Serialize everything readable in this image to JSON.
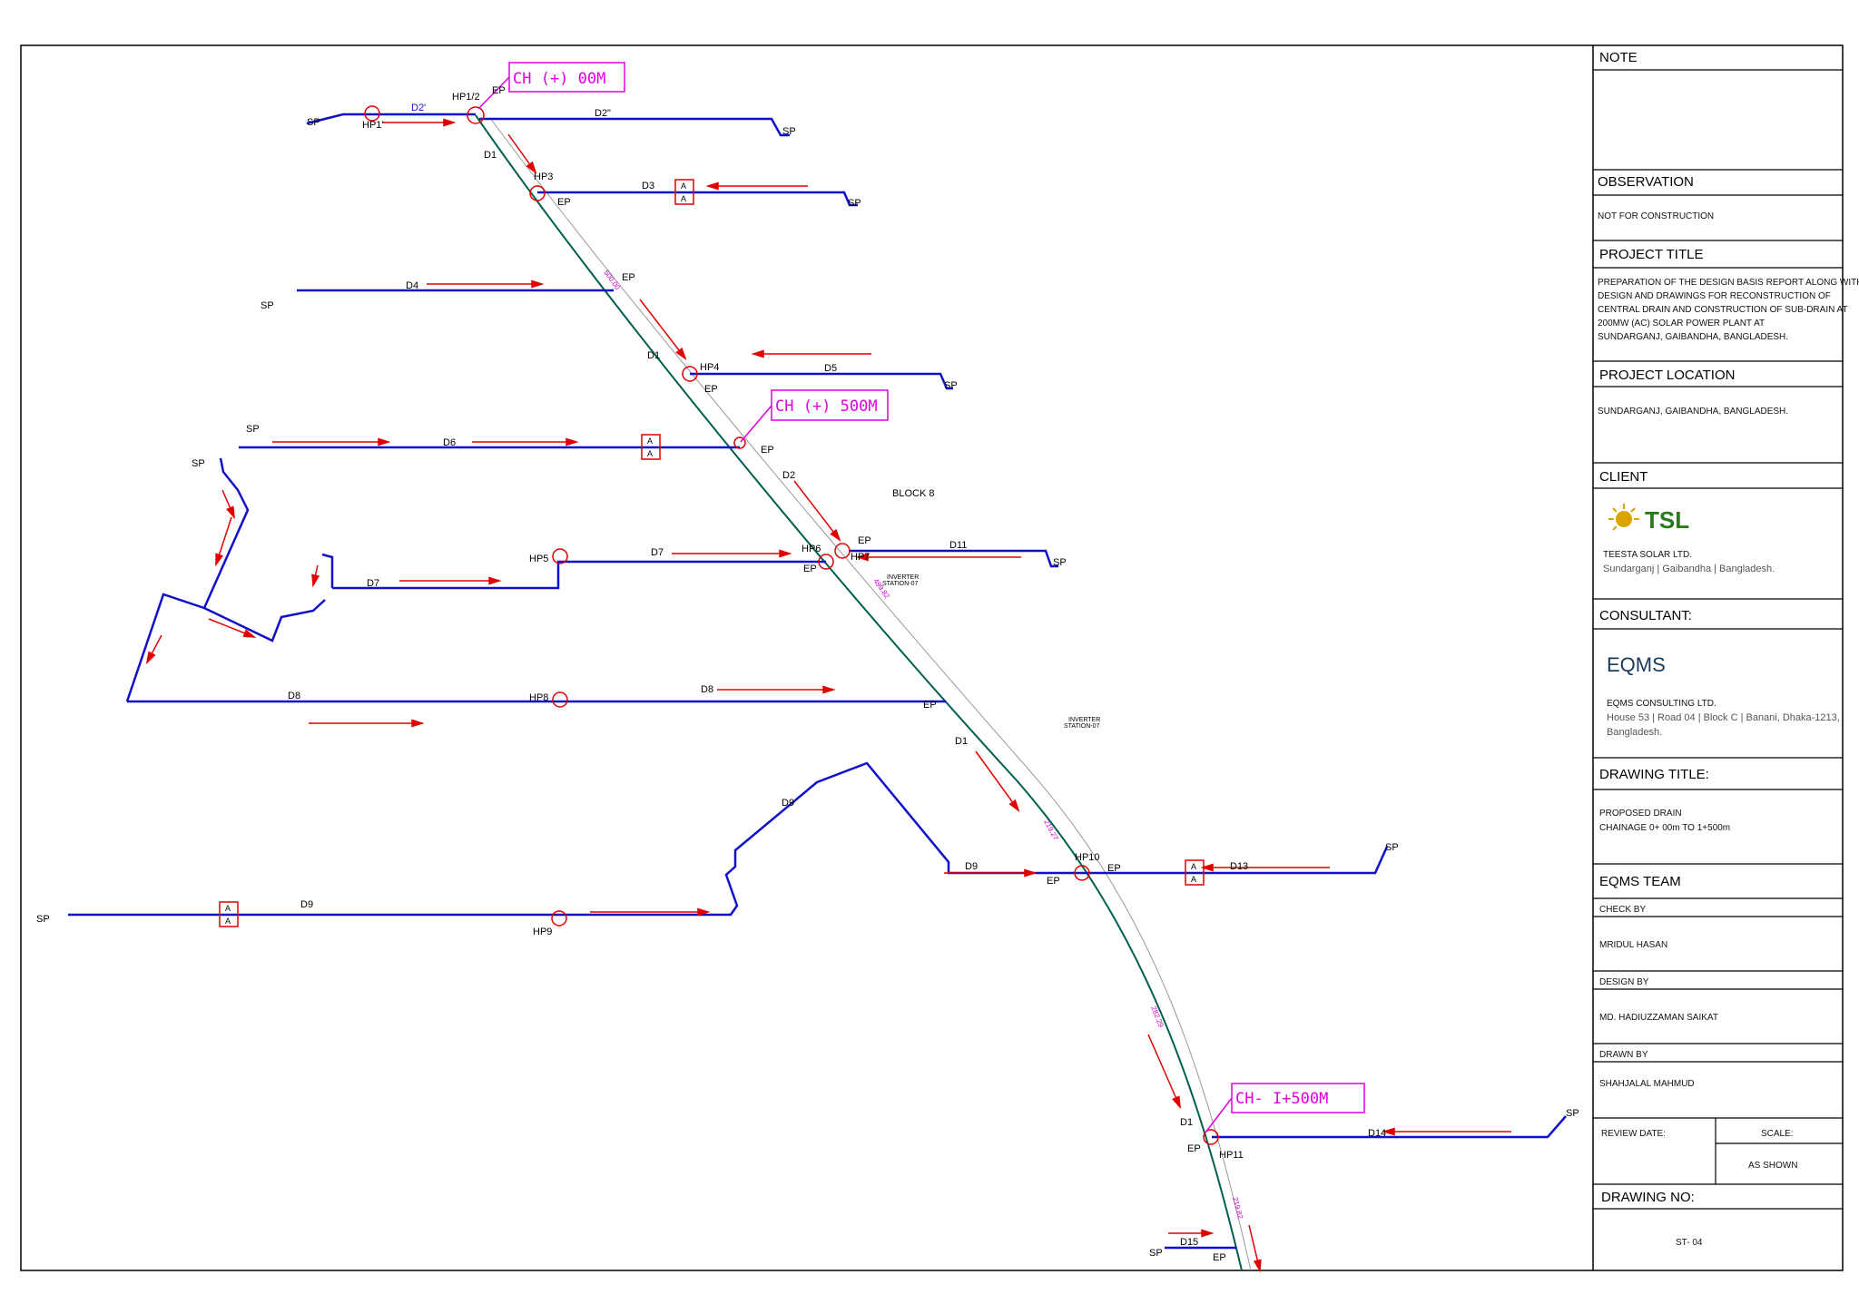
{
  "drawing": {
    "chainage_tags": [
      "CH (+) 00M",
      "CH (+) 500M",
      "CH- I+500M"
    ],
    "block_label": "BLOCK 8",
    "inverter": {
      "line1": "INVERTER",
      "line2": "STATION-07"
    },
    "marks": {
      "sp": "SP",
      "ep": "EP"
    },
    "drains": {
      "d1": "D1",
      "d2": "D2",
      "d2p": "D2'",
      "d2pp": "D2\"",
      "d3": "D3",
      "d4": "D4",
      "d5": "D5",
      "d6": "D6",
      "d7": "D7",
      "d8": "D8",
      "d9": "D9",
      "d11": "D11",
      "d13": "D13",
      "d14": "D14",
      "d15": "D15"
    },
    "hps": {
      "hp1": "HP1'",
      "hp12": "HP1/2",
      "hp3": "HP3",
      "hp4": "HP4",
      "hp5": "HP5",
      "hp6": "HP6",
      "hp7": "HP7",
      "hp8": "HP8",
      "hp9": "HP9",
      "hp10": "HP10",
      "hp11": "HP11"
    },
    "chainage_marks": [
      "500.00",
      "499.82",
      "219.27",
      "282.29",
      "219.82"
    ]
  },
  "colors": {
    "drain": "#1010c8",
    "flow": "#e00000",
    "central": "#006050",
    "tag": "#e000e0"
  },
  "title_block": {
    "note_h": "NOTE",
    "observation_h": "OBSERVATION",
    "observation": "NOT FOR CONSTRUCTION",
    "project_title_h": "PROJECT TITLE",
    "project_title": [
      "PREPARATION OF THE DESIGN BASIS REPORT ALONG WITH",
      "DESIGN AND DRAWINGS FOR RECONSTRUCTION OF",
      "CENTRAL DRAIN AND CONSTRUCTION OF SUB-DRAIN AT",
      "200MW (AC) SOLAR POWER PLANT AT",
      "SUNDARGANJ, GAIBANDHA, BANGLADESH."
    ],
    "project_location_h": "PROJECT LOCATION",
    "project_location": "SUNDARGANJ, GAIBANDHA, BANGLADESH.",
    "client_h": "CLIENT",
    "client_logo": "TSL",
    "client_name": "TEESTA SOLAR LTD.",
    "client_addr": "Sundarganj | Gaibandha | Bangladesh.",
    "consultant_h": "CONSULTANT:",
    "consultant_logo": "EQMS",
    "consultant_name": "EQMS CONSULTING LTD.",
    "consultant_addr": [
      "House 53 | Road 04 | Block C | Banani, Dhaka-1213,",
      "Bangladesh."
    ],
    "drawing_title_h": "DRAWING TITLE:",
    "drawing_title": [
      "PROPOSED DRAIN",
      "CHAINAGE 0+ 00m TO 1+500m"
    ],
    "team_h": "EQMS TEAM",
    "check_by_h": "CHECK BY",
    "check_by": "MRIDUL HASAN",
    "design_by_h": "DESIGN BY",
    "design_by": "MD. HADIUZZAMAN SAIKAT",
    "drawn_by_h": "DRAWN BY",
    "drawn_by": "SHAHJALAL MAHMUD",
    "review_date_h": "REVIEW DATE:",
    "scale_h": "SCALE:",
    "scale": "AS SHOWN",
    "drawing_no_h": "DRAWING NO:",
    "drawing_no": "ST- 04"
  }
}
